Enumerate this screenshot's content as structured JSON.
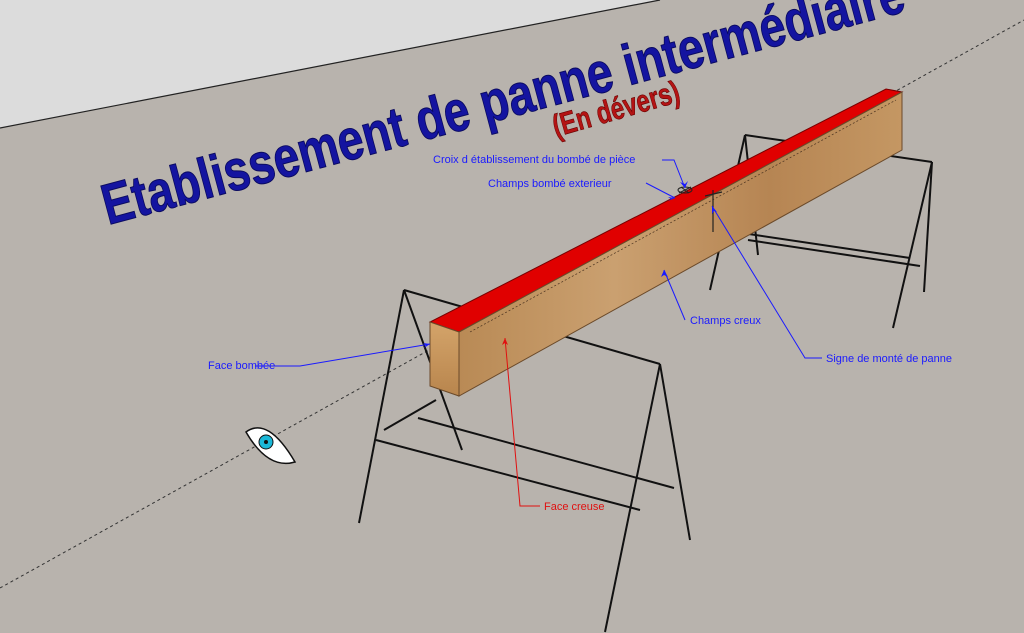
{
  "title": "Etablissement de panne intermédiaire",
  "subtitle": "(En dévers)",
  "labels": {
    "croix": "Croix d établissement du bombé de pièce",
    "champs_bombe": "Champs bombé exterieur",
    "champs_creux": "Champs creux",
    "signe": "Signe de monté de panne",
    "face_bombee": "Face bombée",
    "face_creuse": "Face creuse"
  },
  "colors": {
    "background": "#b8b3ad",
    "sky": "#dcdcdc",
    "title": "#1414a0",
    "subtitle": "#b41414",
    "label_blue": "#1a1aff",
    "label_red": "#e01010",
    "beam_top": "#e00000",
    "beam_wood": "#c9955a",
    "trestle": "#111111",
    "eye_iris": "#1ab8d8"
  },
  "icons": {
    "observer": "eye-icon"
  }
}
